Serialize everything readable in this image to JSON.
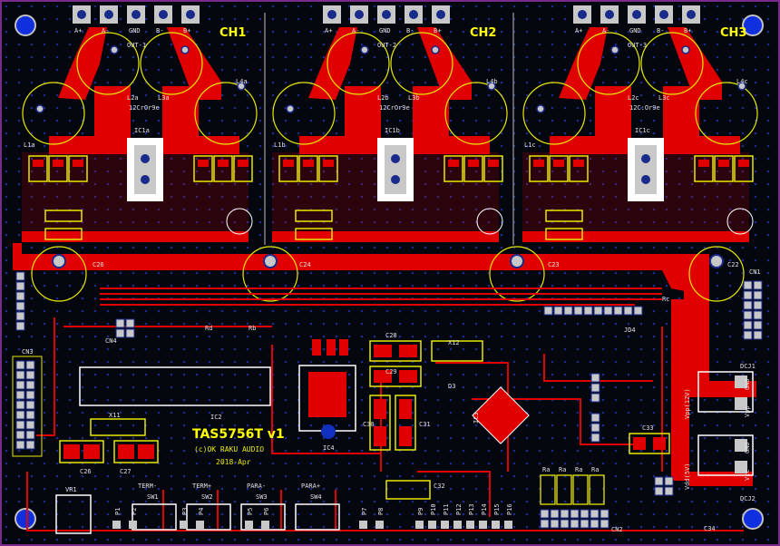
{
  "colors": {
    "copper": "#e00000",
    "board": "#05070f",
    "silkscreen": "#e8e800",
    "pad": "#c8c8c8",
    "via": "#1a2a8a"
  },
  "channels": [
    {
      "name": "CH1",
      "out": "OUT-1",
      "l_labels": [
        "L2a",
        "L3a"
      ],
      "l_note": "12CrOr9e",
      "ic": "IC1a",
      "l1": "L1a",
      "l4": "L4a"
    },
    {
      "name": "CH2",
      "out": "OUT-2",
      "l_labels": [
        "L2b",
        "L3b"
      ],
      "l_note": "12CrOr9e",
      "ic": "IC1b",
      "l1": "L1b",
      "l4": "L4b"
    },
    {
      "name": "CH3",
      "out": "OUT-3",
      "l_labels": [
        "L2c",
        "L3c"
      ],
      "l_note": "12C:Or9e",
      "ic": "IC1c",
      "l1": "L1c",
      "l4": "L4c"
    }
  ],
  "terminal_labels": [
    "A+",
    "A-",
    "GND",
    "B-",
    "B+"
  ],
  "caps_top": [
    "C26",
    "C24",
    "C23",
    "C22"
  ],
  "connectors": {
    "cn1": "CN1",
    "cn2": "CN2",
    "cn3": "CN3",
    "cn4": "CN4",
    "jd4": "JD4",
    "dcj1": "DCJ1",
    "dcj2": "DCJ2",
    "vr1": "VR1"
  },
  "title": {
    "main": "TAS5756T v1",
    "copyright": "(c)OK RAKU AUDIO",
    "date": "2018-Apr"
  },
  "ics": {
    "ic2": "IC2",
    "ic3": "IC3",
    "ic4": "IC4"
  },
  "caps_mid": [
    "C28",
    "C29",
    "C30",
    "C31",
    "C32",
    "C33",
    "C34",
    "C26",
    "C27"
  ],
  "parts_mid": [
    "X12",
    "X11",
    "D3",
    "Rb",
    "Rd",
    "Rc"
  ],
  "switches": [
    {
      "top": "TERM-",
      "sw": "SW1"
    },
    {
      "top": "TERM+",
      "sw": "SW2"
    },
    {
      "top": "PARA-",
      "sw": "SW3"
    },
    {
      "top": "PARA+",
      "sw": "SW4"
    }
  ],
  "pins_bottom": [
    "P1",
    "P2",
    "P3",
    "P4",
    "P5",
    "P6",
    "P7",
    "P8",
    "P9",
    "P10",
    "P11",
    "P12",
    "P13",
    "P14",
    "P15",
    "P16"
  ],
  "power": {
    "vdd": "Vdd(5V)",
    "vpp": "Vpp(12V)",
    "gnd": "GND",
    "vpp_short": "Vpp",
    "vcc": "Vcc"
  },
  "ra_labels": [
    "Ra",
    "Ra",
    "Ra",
    "Ra"
  ]
}
